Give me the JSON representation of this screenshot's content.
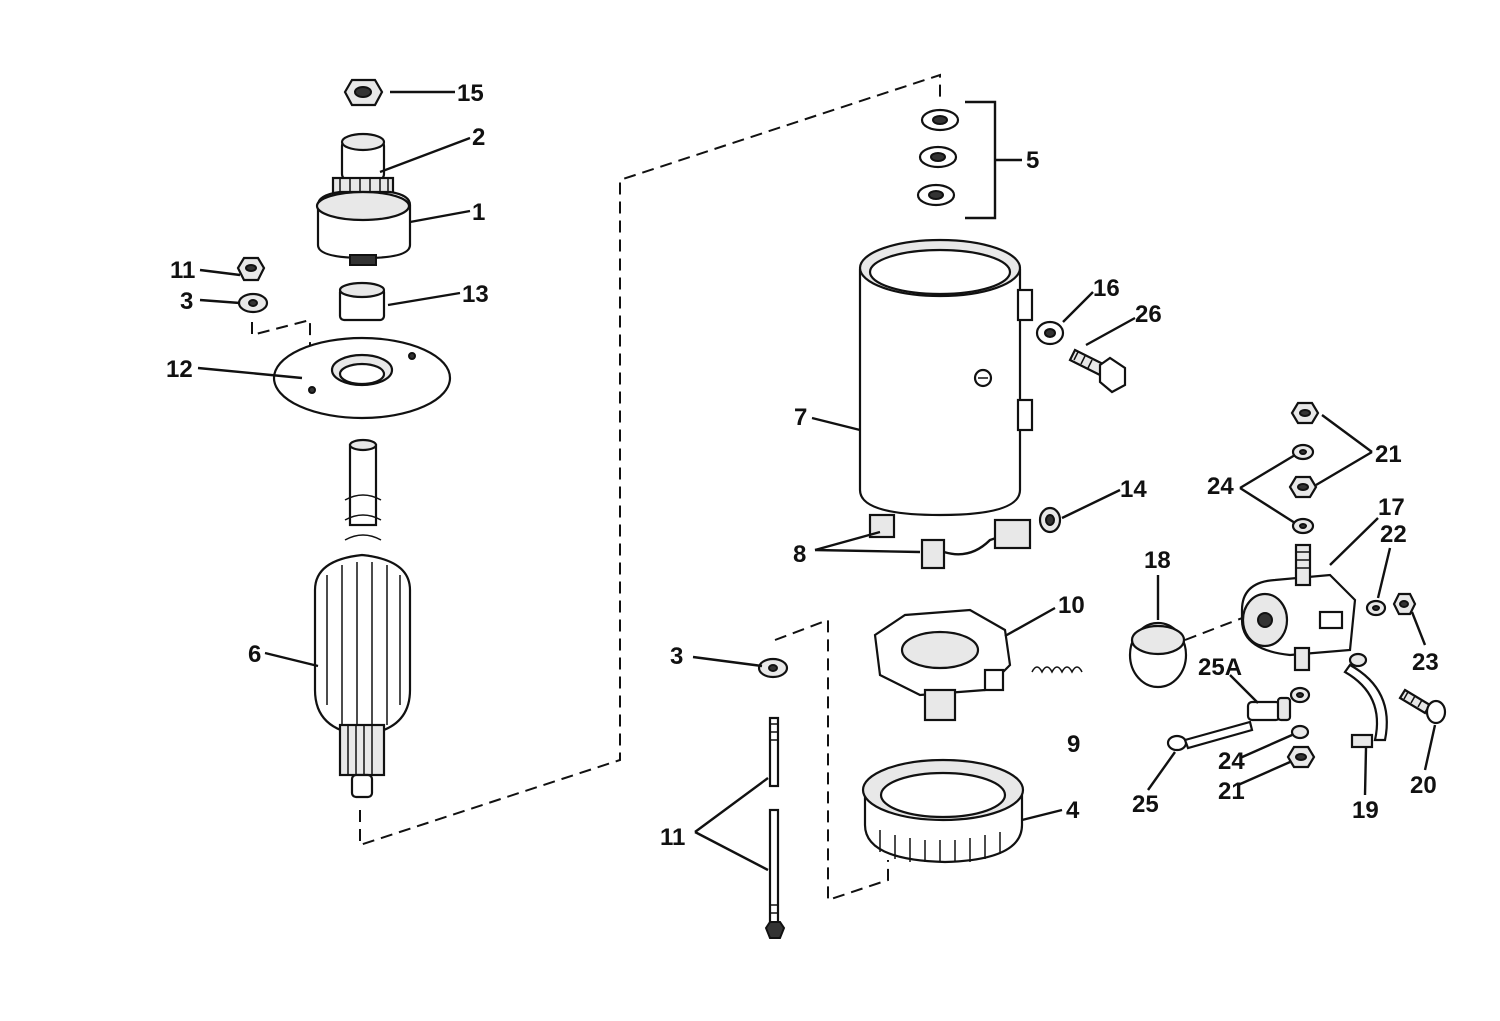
{
  "callouts": {
    "c1": "1",
    "c2": "2",
    "c3a": "3",
    "c3b": "3",
    "c4": "4",
    "c5": "5",
    "c6": "6",
    "c7": "7",
    "c8": "8",
    "c9": "9",
    "c10": "10",
    "c11a": "11",
    "c11b": "11",
    "c12": "12",
    "c13": "13",
    "c14": "14",
    "c15": "15",
    "c16": "16",
    "c17": "17",
    "c18": "18",
    "c19": "19",
    "c20": "20",
    "c21a": "21",
    "c21b": "21",
    "c22": "22",
    "c23": "23",
    "c24a": "24",
    "c24b": "24",
    "c25": "25",
    "c25A": "25A",
    "c26": "26"
  },
  "colors": {
    "ink": "#111111",
    "paper": "#ffffff"
  }
}
